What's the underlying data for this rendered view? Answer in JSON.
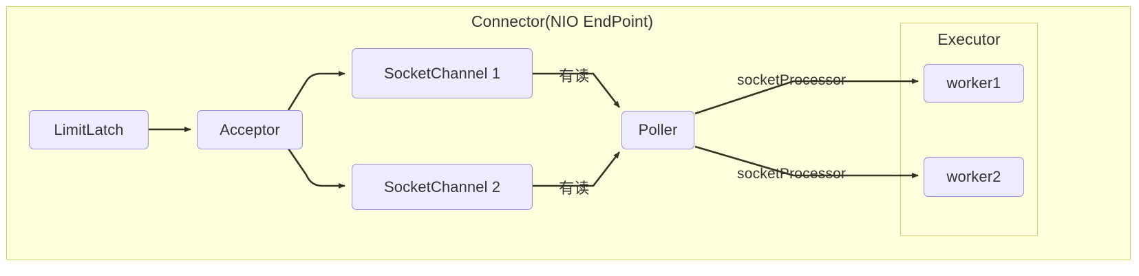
{
  "diagram": {
    "type": "flowchart",
    "direction": "left-to-right",
    "background_color": "#ffffff",
    "subgraphs": [
      {
        "id": "connector",
        "title": "Connector(NIO EndPoint)",
        "fill_color": "#ffffdd",
        "border_color": "#d4d46a"
      },
      {
        "id": "executor",
        "title": "Executor",
        "fill_color": "#ffffdd",
        "border_color": "#d4d46a"
      }
    ],
    "node_style": {
      "fill_color": "#ececfe",
      "border_color": "#9c8fdc",
      "text_color": "#333333"
    },
    "nodes": [
      {
        "id": "limitlatch",
        "label": "LimitLatch"
      },
      {
        "id": "acceptor",
        "label": "Acceptor"
      },
      {
        "id": "socketchannel1",
        "label": "SocketChannel 1"
      },
      {
        "id": "socketchannel2",
        "label": "SocketChannel 2"
      },
      {
        "id": "poller",
        "label": "Poller"
      },
      {
        "id": "worker1",
        "label": "worker1"
      },
      {
        "id": "worker2",
        "label": "worker2"
      }
    ],
    "edges": [
      {
        "from": "limitlatch",
        "to": "acceptor",
        "label": ""
      },
      {
        "from": "acceptor",
        "to": "socketchannel1",
        "label": ""
      },
      {
        "from": "acceptor",
        "to": "socketchannel2",
        "label": ""
      },
      {
        "from": "socketchannel1",
        "to": "poller",
        "label": "有读"
      },
      {
        "from": "socketchannel2",
        "to": "poller",
        "label": "有读"
      },
      {
        "from": "poller",
        "to": "worker1",
        "label": "socketProcessor"
      },
      {
        "from": "poller",
        "to": "worker2",
        "label": "socketProcessor"
      }
    ],
    "edge_color": "#333322"
  }
}
